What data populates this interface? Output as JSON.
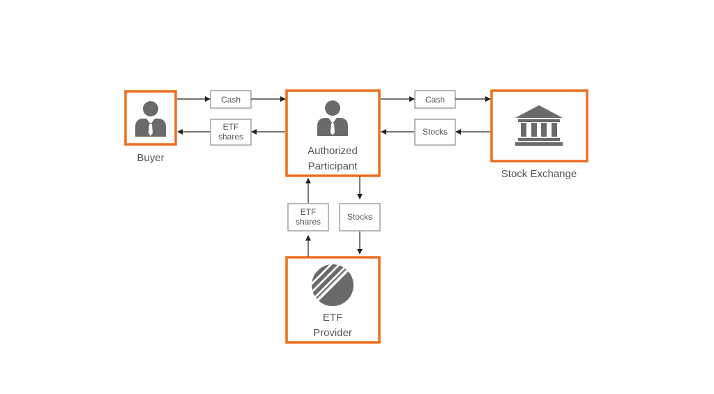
{
  "colors": {
    "node_border": "#ec6e1f",
    "flow_border": "#8a8a8a",
    "icon": "#6a6a6a",
    "text": "#555555",
    "arrow": "#222222"
  },
  "nodes": {
    "buyer": {
      "label": "Buyer",
      "icon": "person-icon"
    },
    "authorized_participant": {
      "label_line1": "Authorized",
      "label_line2": "Participant",
      "icon": "person-icon"
    },
    "stock_exchange": {
      "label": "Stock Exchange",
      "icon": "bank-building-icon"
    },
    "etf_provider": {
      "label_line1": "ETF",
      "label_line2": "Provider",
      "icon": "pie-chart-icon"
    }
  },
  "flows": {
    "buyer_to_ap_cash": "Cash",
    "ap_to_buyer_etf_line1": "ETF",
    "ap_to_buyer_etf_line2": "shares",
    "ap_to_exchange_cash": "Cash",
    "exchange_to_ap_stocks": "Stocks",
    "provider_to_ap_etf_line1": "ETF",
    "provider_to_ap_etf_line2": "shares",
    "ap_to_provider_stocks": "Stocks"
  }
}
